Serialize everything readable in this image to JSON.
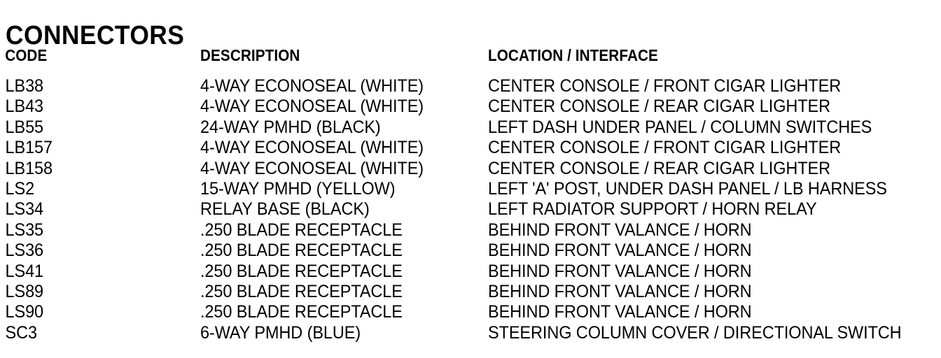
{
  "page": {
    "title": "CONNECTORS",
    "background_color": "#ffffff",
    "text_color": "#000000"
  },
  "table": {
    "columns": [
      {
        "key": "code",
        "header": "CODE"
      },
      {
        "key": "description",
        "header": "DESCRIPTION"
      },
      {
        "key": "location",
        "header": "LOCATION / INTERFACE"
      }
    ],
    "rows": [
      {
        "code": "LB38",
        "description": "4-WAY ECONOSEAL (WHITE)",
        "location": "CENTER CONSOLE / FRONT CIGAR LIGHTER"
      },
      {
        "code": "LB43",
        "description": "4-WAY ECONOSEAL (WHITE)",
        "location": "CENTER CONSOLE / REAR CIGAR LIGHTER"
      },
      {
        "code": "LB55",
        "description": "24-WAY PMHD (BLACK)",
        "location": "LEFT DASH UNDER PANEL / COLUMN SWITCHES"
      },
      {
        "code": "LB157",
        "description": "4-WAY ECONOSEAL (WHITE)",
        "location": "CENTER CONSOLE / FRONT CIGAR LIGHTER"
      },
      {
        "code": "LB158",
        "description": "4-WAY ECONOSEAL (WHITE)",
        "location": "CENTER CONSOLE / REAR CIGAR LIGHTER"
      },
      {
        "code": "LS2",
        "description": "15-WAY PMHD (YELLOW)",
        "location": "LEFT 'A' POST, UNDER DASH PANEL / LB HARNESS"
      },
      {
        "code": "LS34",
        "description": "RELAY BASE (BLACK)",
        "location": "LEFT RADIATOR SUPPORT / HORN RELAY"
      },
      {
        "code": "LS35",
        "description": ".250 BLADE RECEPTACLE",
        "location": "BEHIND FRONT VALANCE / HORN"
      },
      {
        "code": "LS36",
        "description": ".250 BLADE RECEPTACLE",
        "location": "BEHIND FRONT VALANCE / HORN"
      },
      {
        "code": "LS41",
        "description": ".250 BLADE RECEPTACLE",
        "location": "BEHIND FRONT VALANCE / HORN"
      },
      {
        "code": "LS89",
        "description": ".250 BLADE RECEPTACLE",
        "location": "BEHIND FRONT VALANCE / HORN"
      },
      {
        "code": "LS90",
        "description": ".250 BLADE RECEPTACLE",
        "location": "BEHIND FRONT VALANCE / HORN"
      },
      {
        "code": "SC3",
        "description": "6-WAY PMHD (BLUE)",
        "location": "STEERING COLUMN COVER / DIRECTIONAL SWITCH"
      }
    ]
  }
}
